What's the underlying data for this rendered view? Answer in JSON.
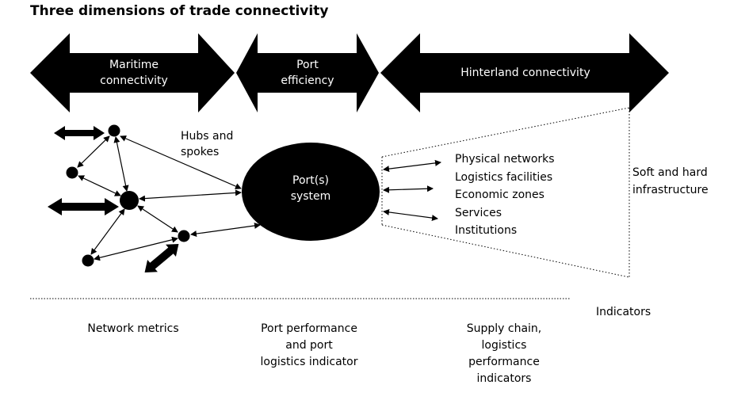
{
  "title": "Three dimensions of trade connectivity",
  "arrows": {
    "maritime": [
      "Maritime",
      "connectivity"
    ],
    "port": [
      "Port",
      "efficiency"
    ],
    "hinterland": "Hinterland connectivity"
  },
  "hubs_label": [
    "Hubs and",
    "spokes"
  ],
  "port_system": [
    "Port(s)",
    "system"
  ],
  "hinterland_items": [
    "Physical networks",
    "Logistics facilities",
    "Economic zones",
    "Services",
    "Institutions"
  ],
  "infrastructure_label": [
    "Soft and hard",
    "infrastructure"
  ],
  "indicators_heading": "Indicators",
  "indicators": {
    "network": "Network metrics",
    "port": [
      "Port performance",
      "and port",
      "logistics indicator"
    ],
    "supply": [
      "Supply chain,",
      "logistics",
      "performance",
      "indicators"
    ]
  }
}
